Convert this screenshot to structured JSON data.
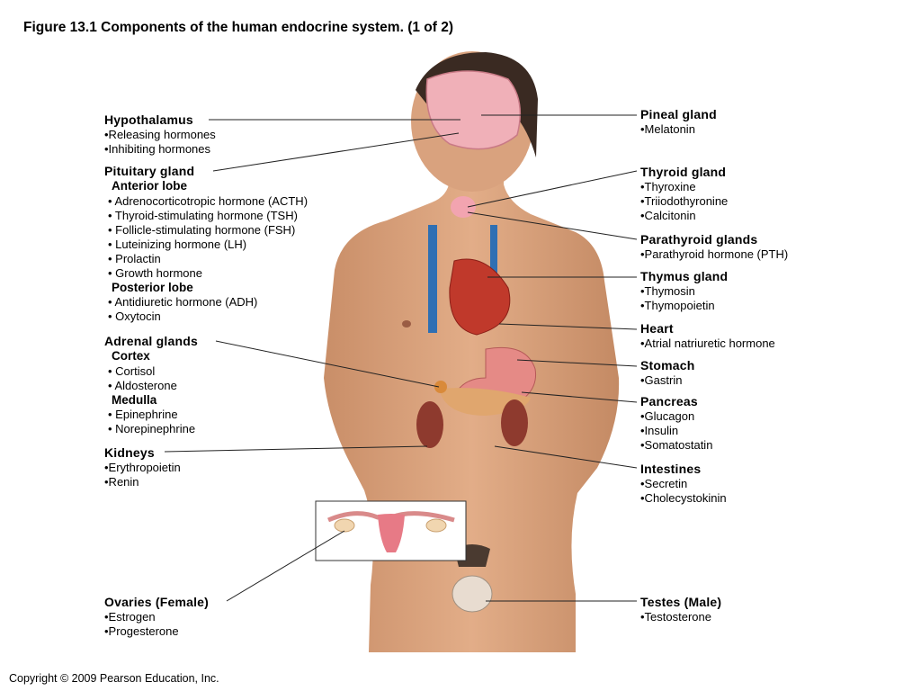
{
  "title": "Figure 13.1  Components of the human endocrine system. (1 of 2)",
  "copyright": "Copyright © 2009 Pearson Education, Inc.",
  "left": {
    "hypothalamus": {
      "heading": "Hypothalamus",
      "items": [
        "•Releasing hormones",
        "•Inhibiting hormones"
      ]
    },
    "pituitary": {
      "heading": "Pituitary gland",
      "anterior": {
        "heading": "Anterior lobe",
        "items": [
          "• Adrenocorticotropic hormone (ACTH)",
          "• Thyroid-stimulating hormone (TSH)",
          "• Follicle-stimulating hormone (FSH)",
          "• Luteinizing hormone (LH)",
          "• Prolactin",
          "• Growth hormone"
        ]
      },
      "posterior": {
        "heading": "Posterior lobe",
        "items": [
          "• Antidiuretic hormone (ADH)",
          "• Oxytocin"
        ]
      }
    },
    "adrenal": {
      "heading": "Adrenal glands",
      "cortex": {
        "heading": "Cortex",
        "items": [
          "• Cortisol",
          "• Aldosterone"
        ]
      },
      "medulla": {
        "heading": "Medulla",
        "items": [
          "• Epinephrine",
          "• Norepinephrine"
        ]
      }
    },
    "kidneys": {
      "heading": "Kidneys",
      "items": [
        "•Erythropoietin",
        "•Renin"
      ]
    },
    "ovaries": {
      "heading": "Ovaries (Female)",
      "items": [
        "•Estrogen",
        "•Progesterone"
      ]
    }
  },
  "right": {
    "pineal": {
      "heading": "Pineal gland",
      "items": [
        "•Melatonin"
      ]
    },
    "thyroid": {
      "heading": "Thyroid gland",
      "items": [
        "•Thyroxine",
        "•Triiodothyronine",
        "•Calcitonin"
      ]
    },
    "parathyroid": {
      "heading": "Parathyroid glands",
      "items": [
        "•Parathyroid hormone (PTH)"
      ]
    },
    "thymus": {
      "heading": "Thymus gland",
      "items": [
        "•Thymosin",
        "•Thymopoietin"
      ]
    },
    "heart": {
      "heading": "Heart",
      "items": [
        "•Atrial natriuretic hormone"
      ]
    },
    "stomach": {
      "heading": "Stomach",
      "items": [
        "•Gastrin"
      ]
    },
    "pancreas": {
      "heading": "Pancreas",
      "items": [
        "•Glucagon",
        "•Insulin",
        "•Somatostatin"
      ]
    },
    "intestines": {
      "heading": "Intestines",
      "items": [
        "•Secretin",
        "•Cholecystokinin"
      ]
    },
    "testes": {
      "heading": "Testes (Male)",
      "items": [
        "•Testosterone"
      ]
    }
  },
  "colors": {
    "skin": "#d9a27e",
    "skin_shadow": "#b9805c",
    "hair": "#3a2a22",
    "brain": "#f0b0b8",
    "organ": "#e07a78",
    "leader_line": "#222222"
  }
}
